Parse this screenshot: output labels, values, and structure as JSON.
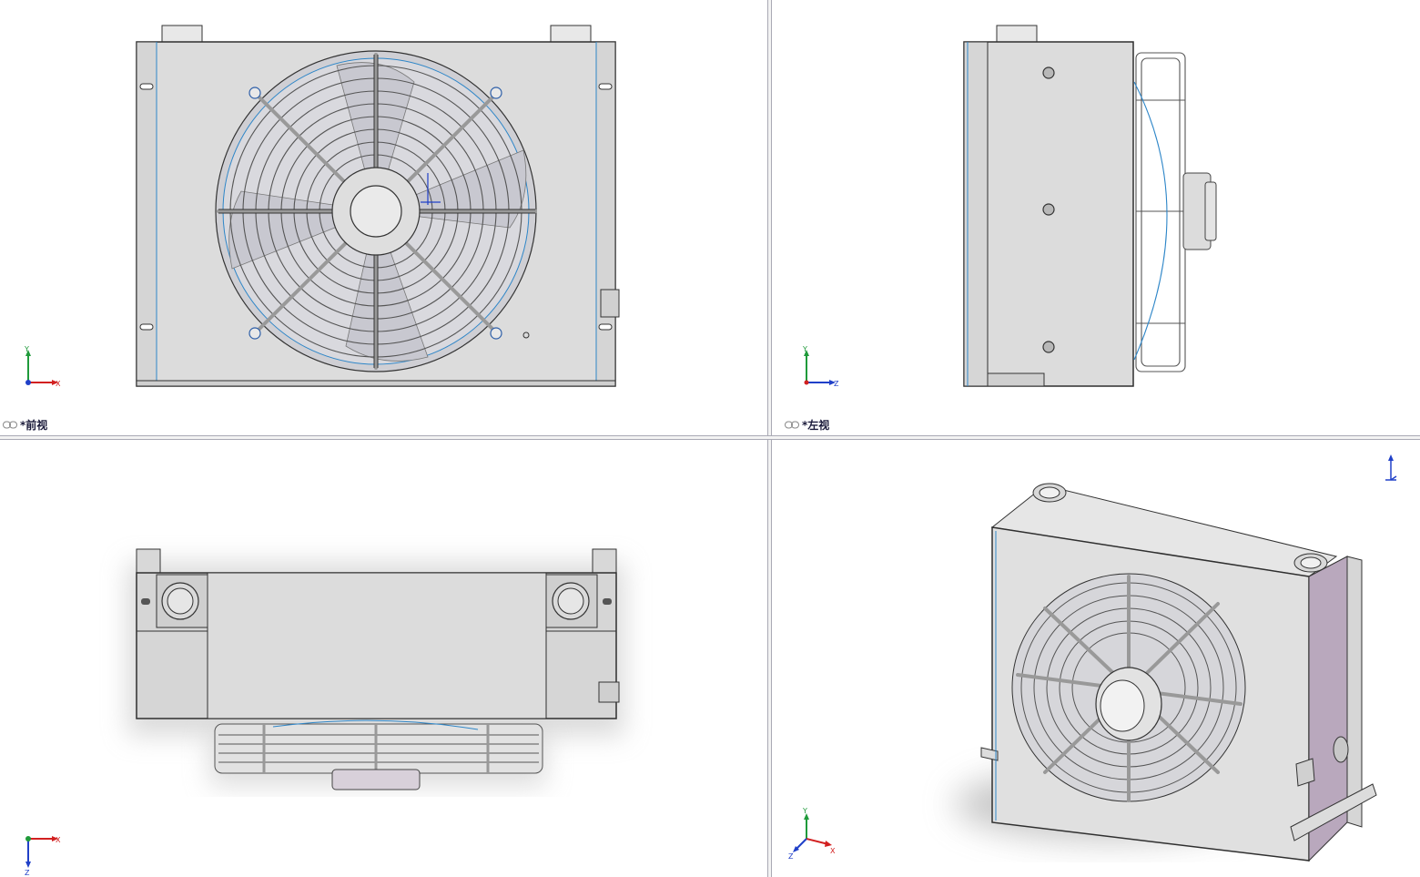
{
  "viewports": {
    "front": {
      "label": "*前视",
      "axes": {
        "up": "Y",
        "right": "X"
      }
    },
    "left": {
      "label": "*左视",
      "axes": {
        "up": "Y",
        "right": "Z"
      }
    },
    "top": {
      "axes": {
        "right": "X",
        "down": "Z"
      }
    },
    "iso": {
      "axes": {
        "up": "Y",
        "right": "X",
        "left": "Z"
      }
    }
  },
  "colors": {
    "body_fill": "#dcdcdc",
    "edge": "#2f2f2f",
    "accent_blue": "#2e86c8",
    "side_plate": "#b9a8bd",
    "axis_x": "#d22020",
    "axis_y": "#1f9a3a",
    "axis_z": "#2040c8"
  }
}
